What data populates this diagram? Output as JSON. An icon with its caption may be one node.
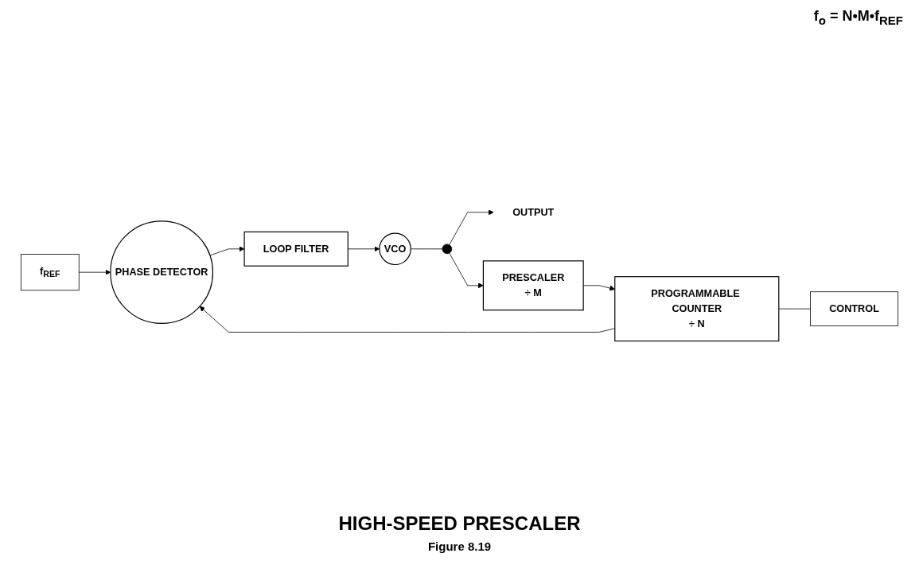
{
  "diagram": {
    "title": "HIGH-SPEED PRESCALER",
    "caption": "Figure 8.19",
    "nodes": [
      {
        "text": [
          "f$_{REF}$"
        ]
      },
      {
        "text": [
          "PHASE DETECTOR"
        ]
      },
      {
        "text": [
          "LOOP FILTER"
        ]
      },
      {
        "text": [
          "VCO"
        ]
      },
      {
        "text": [],
        "shape": "circle"
      },
      {
        "text": [
          "OUTPUT"
        ]
      },
      {
        "text": [
          "PRESCALER",
          "÷ M"
        ]
      },
      {
        "text": [
          "PROGRAMMABLE COUNTER",
          "÷ N"
        ]
      },
      {
        "text": [
          "CONTROL"
        ]
      }
    ],
    "edges": [
      {
        "from": 0,
        "to": 1,
        "arrow": "to"
      },
      {
        "from": 1,
        "to": 2,
        "arrow": "to"
      },
      {
        "from": 2,
        "to": 3,
        "arrow": "to"
      },
      {
        "from": 3,
        "to": 4,
        "arrow": "none"
      },
      {
        "from": 4,
        "to": 5,
        "arrow": "to"
      },
      {
        "from": 4,
        "to": 6,
        "arrow": "to"
      },
      {
        "from": 6,
        "to": 7,
        "arrow": "to"
      },
      {
        "from": 7,
        "to": 1,
        "arrow": "to"
      },
      {
        "from": 7,
        "to": 8,
        "arrow": "none"
      }
    ],
    "labels": [
      "f$_{o}$ = N•M•f$_{REF}$"
    ]
  }
}
